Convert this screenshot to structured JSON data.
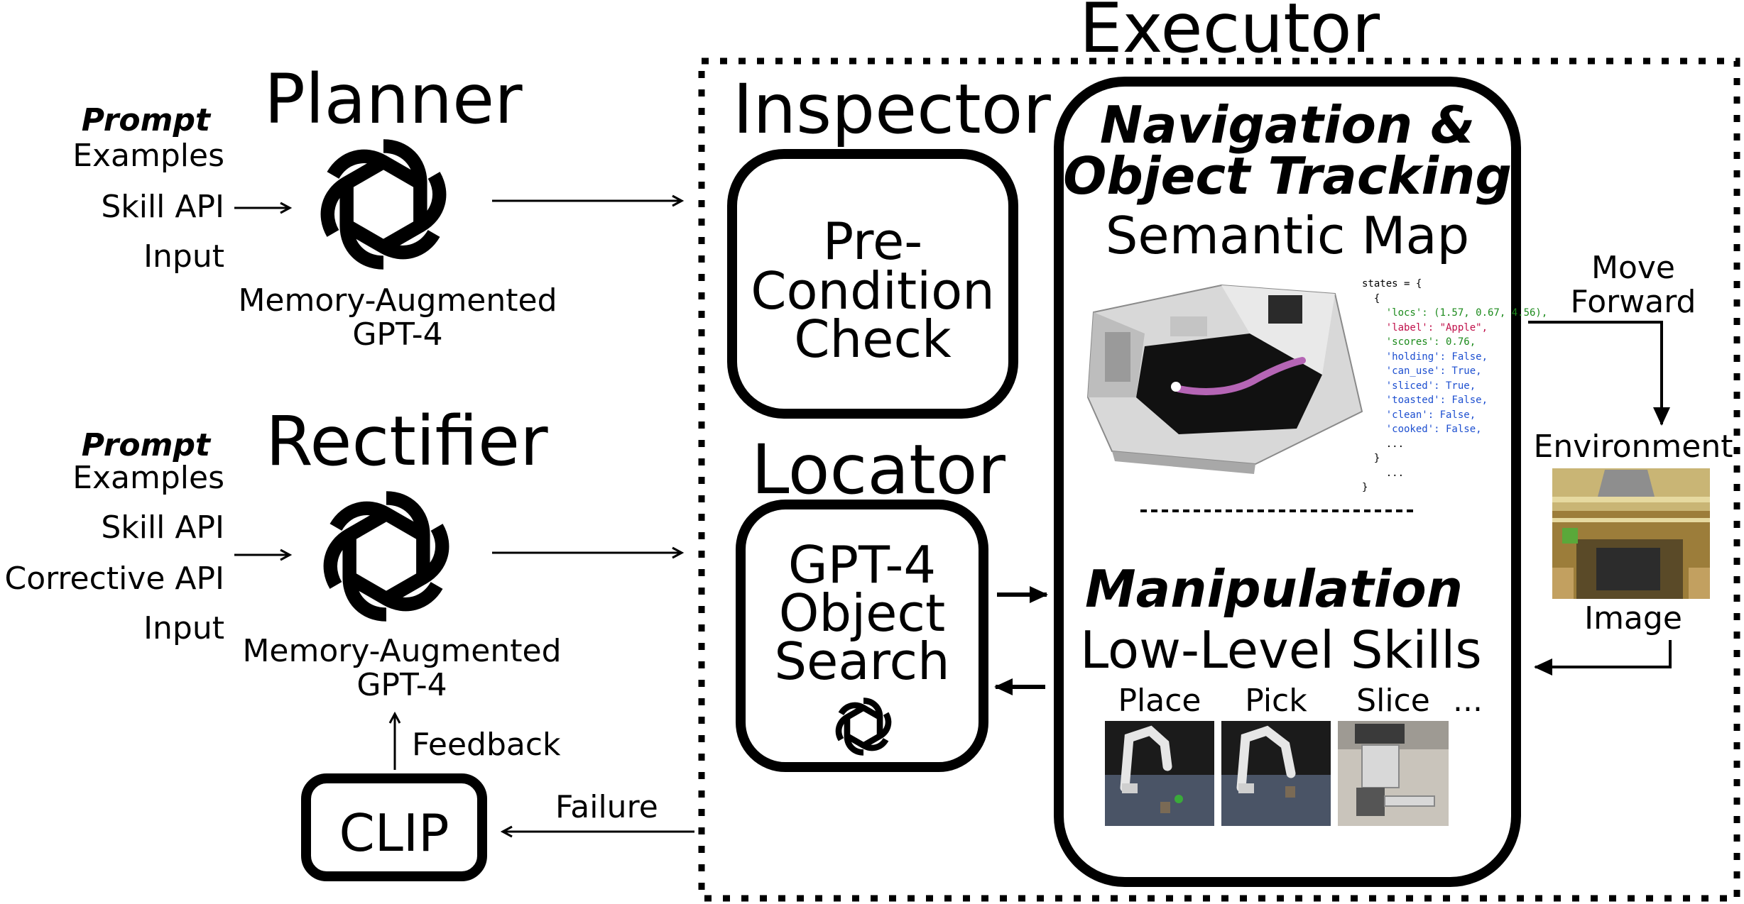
{
  "planner": {
    "title": "Planner",
    "prompt_label": "Prompt",
    "inputs": [
      "Examples",
      "Skill API",
      "Input"
    ],
    "model_line1": "Memory-Augmented",
    "model_line2": "GPT-4"
  },
  "rectifier": {
    "title": "Rectifier",
    "prompt_label": "Prompt",
    "inputs": [
      "Examples",
      "Skill API",
      "Corrective API",
      "Input"
    ],
    "model_line1": "Memory-Augmented",
    "model_line2": "GPT-4",
    "feedback_label": "Feedback"
  },
  "clip": {
    "label": "CLIP",
    "failure_label": "Failure"
  },
  "executor": {
    "title": "Executor",
    "inspector": {
      "title": "Inspector",
      "box_lines": [
        "Pre-",
        "Condition",
        "Check"
      ]
    },
    "locator": {
      "title": "Locator",
      "box_lines": [
        "GPT-4",
        "Object",
        "Search"
      ]
    },
    "navigation": {
      "heading_line1": "Navigation &",
      "heading_line2": "Object Tracking",
      "subheading": "Semantic Map",
      "states_code": [
        "states = {",
        "  {",
        "    'locs': (1.57, 0.67, 4.56),",
        "    'label': \"Apple\",",
        "    'scores': 0.76,",
        "    'holding': False,",
        "    'can_use': True,",
        "    'sliced': True,",
        "    'toasted': False,",
        "    'clean': False,",
        "    'cooked': False,",
        "    ...",
        "  }",
        "    ...",
        "}"
      ]
    },
    "manipulation": {
      "heading": "Manipulation",
      "subheading": "Low-Level Skills",
      "skills": [
        "Place",
        "Pick",
        "Slice"
      ],
      "ellipsis": "..."
    }
  },
  "environment": {
    "move_line1": "Move",
    "move_line2": "Forward",
    "label": "Environment",
    "image_label": "Image"
  }
}
